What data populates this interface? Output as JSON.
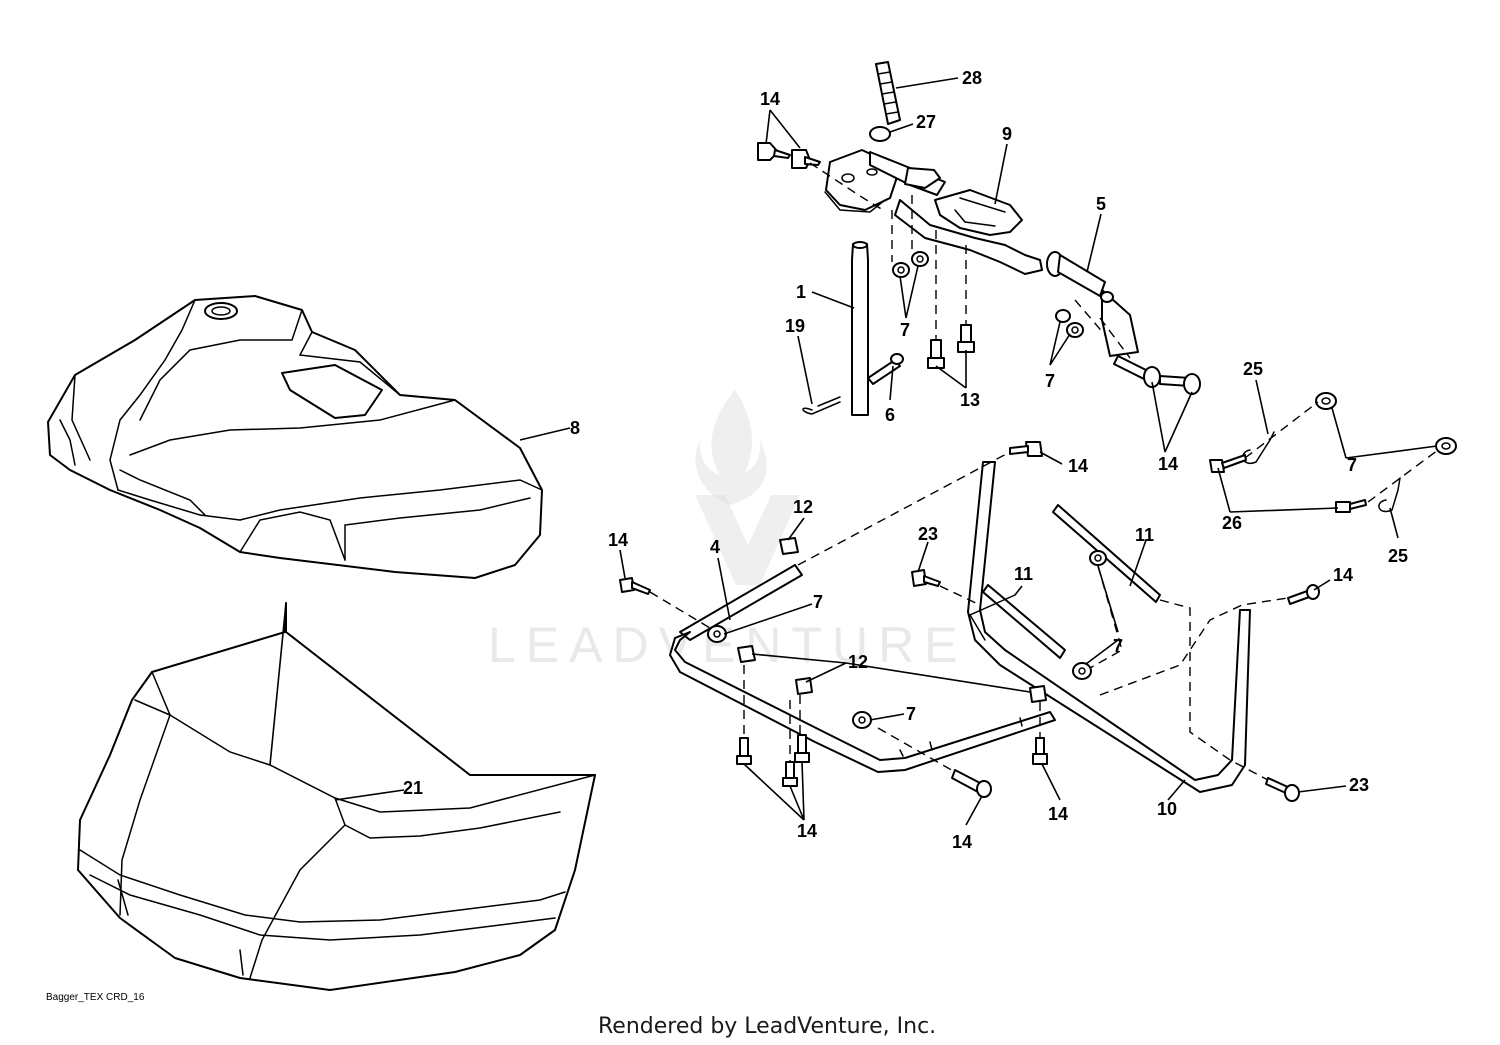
{
  "diagram_code": "Bagger_TEX CRD_16",
  "footer_text": "Rendered by LeadVenture, Inc.",
  "watermark": {
    "text": "LEADVENTURE",
    "color": "#d8d8d8"
  },
  "callouts": [
    {
      "id": "c28",
      "label": "28"
    },
    {
      "id": "c27",
      "label": "27"
    },
    {
      "id": "c14a",
      "label": "14"
    },
    {
      "id": "c9",
      "label": "9"
    },
    {
      "id": "c5",
      "label": "5"
    },
    {
      "id": "c1",
      "label": "1"
    },
    {
      "id": "c19",
      "label": "19"
    },
    {
      "id": "c7a",
      "label": "7"
    },
    {
      "id": "c7b",
      "label": "7"
    },
    {
      "id": "c13",
      "label": "13"
    },
    {
      "id": "c6",
      "label": "6"
    },
    {
      "id": "c8",
      "label": "8"
    },
    {
      "id": "c25a",
      "label": "25"
    },
    {
      "id": "c7c",
      "label": "7"
    },
    {
      "id": "c14b",
      "label": "14"
    },
    {
      "id": "c14c",
      "label": "14"
    },
    {
      "id": "c26",
      "label": "26"
    },
    {
      "id": "c25b",
      "label": "25"
    },
    {
      "id": "c12a",
      "label": "12"
    },
    {
      "id": "c14d",
      "label": "14"
    },
    {
      "id": "c4",
      "label": "4"
    },
    {
      "id": "c23a",
      "label": "23"
    },
    {
      "id": "c11a",
      "label": "11"
    },
    {
      "id": "c11b",
      "label": "11"
    },
    {
      "id": "c7d",
      "label": "7"
    },
    {
      "id": "c14e",
      "label": "14"
    },
    {
      "id": "c7e",
      "label": "7"
    },
    {
      "id": "c12b",
      "label": "12"
    },
    {
      "id": "c7f",
      "label": "7"
    },
    {
      "id": "c21",
      "label": "21"
    },
    {
      "id": "c23b",
      "label": "23"
    },
    {
      "id": "c10",
      "label": "10"
    },
    {
      "id": "c14f",
      "label": "14"
    },
    {
      "id": "c14g",
      "label": "14"
    },
    {
      "id": "c14h",
      "label": "14"
    }
  ]
}
